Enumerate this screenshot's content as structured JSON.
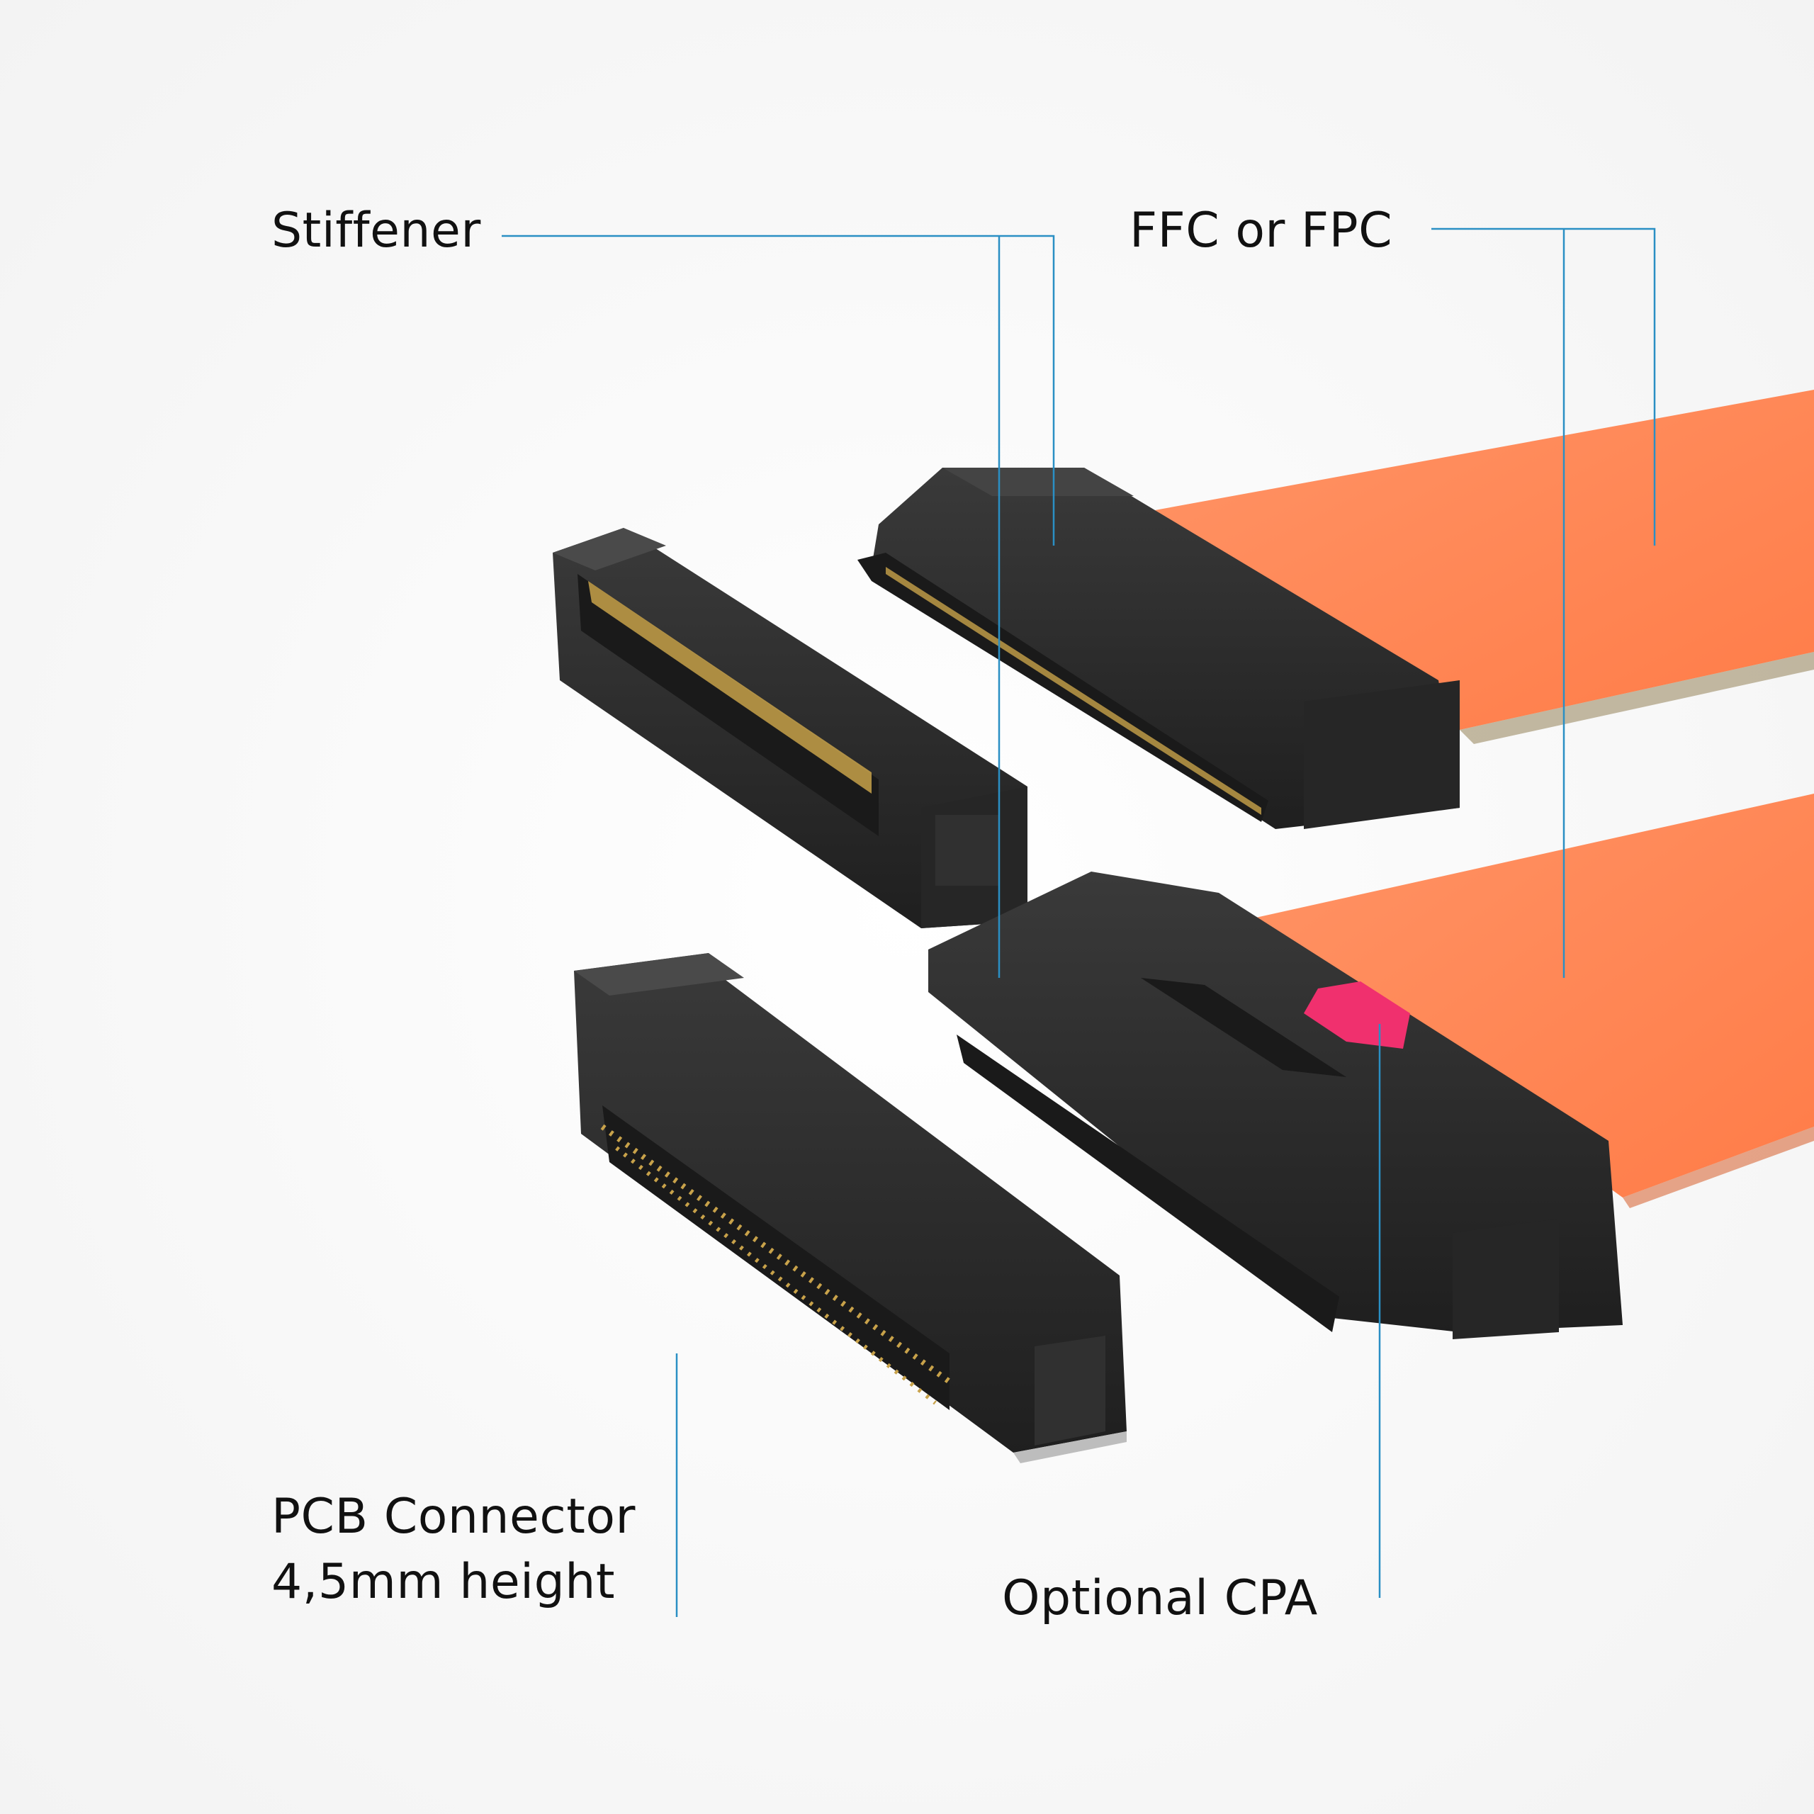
{
  "labels": {
    "stiffener": "Stiffener",
    "ffc_or_fpc": "FFC or FPC",
    "pcb_connector_line1": "PCB Connector",
    "pcb_connector_line2": "4,5mm height",
    "optional_cpa": "Optional CPA"
  },
  "colors": {
    "leader_line": "#2a8fc4",
    "connector_body": "#2b2b2b",
    "cable": "#ff8a5c",
    "cpa_latch": "#f0306e",
    "contacts": "#c8a24a"
  }
}
